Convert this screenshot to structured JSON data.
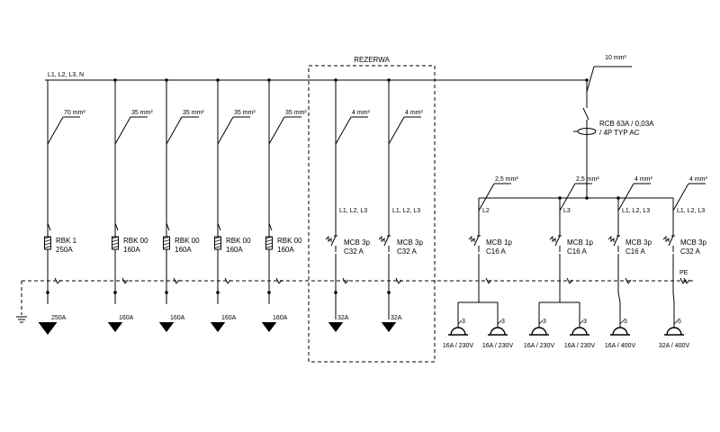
{
  "bus_label": "L1, L2, L3, N",
  "reserve_label": "REZERWA",
  "rcd": {
    "cable": "10 mm²",
    "label_line1": "RCB 63A / 0,03A",
    "label_line2": "/ 4P TYP AC"
  },
  "feeders": [
    {
      "cable": "70 mm²",
      "name": "RBK 1",
      "rating": "250A",
      "out": "250A"
    },
    {
      "cable": "35 mm²",
      "name": "RBK 00",
      "rating": "160A",
      "out": "160A"
    },
    {
      "cable": "35 mm²",
      "name": "RBK 00",
      "rating": "160A",
      "out": "160A"
    },
    {
      "cable": "35 mm²",
      "name": "RBK 00",
      "rating": "160A",
      "out": "160A"
    },
    {
      "cable": "35 mm²",
      "name": "RBK 00",
      "rating": "160A",
      "out": "160A"
    }
  ],
  "reserve": [
    {
      "cable": "4 mm²",
      "phases": "L1, L2, L3",
      "name": "MCB 3p",
      "rating": "C32 A",
      "out": "32A"
    },
    {
      "cable": "4 mm²",
      "phases": "L1, L2, L3",
      "name": "MCB 3p",
      "rating": "C32 A",
      "out": "32A"
    }
  ],
  "rcd_circuits": [
    {
      "cable": "2,5 mm²",
      "phases": "L2",
      "name": "MCB 1p",
      "rating": "C16 A"
    },
    {
      "cable": "2,5 mm²",
      "phases": "L3",
      "name": "MCB 1p",
      "rating": "C16 A"
    },
    {
      "cable": "4 mm²",
      "phases": "L1, L2, L3",
      "name": "MCB 3p",
      "rating": "C16 A"
    },
    {
      "cable": "4 mm²",
      "phases": "L1, L2, L3",
      "name": "MCB 3p",
      "rating": "C32 A"
    }
  ],
  "sockets": [
    {
      "count": "3",
      "rating": "16A / 230V"
    },
    {
      "count": "3",
      "rating": "16A / 230V"
    },
    {
      "count": "3",
      "rating": "16A / 230V"
    },
    {
      "count": "3",
      "rating": "16A / 230V"
    },
    {
      "count": "5",
      "rating": "16A / 400V"
    },
    {
      "count": "5",
      "rating": "32A / 400V"
    }
  ],
  "pe_label": "PE"
}
